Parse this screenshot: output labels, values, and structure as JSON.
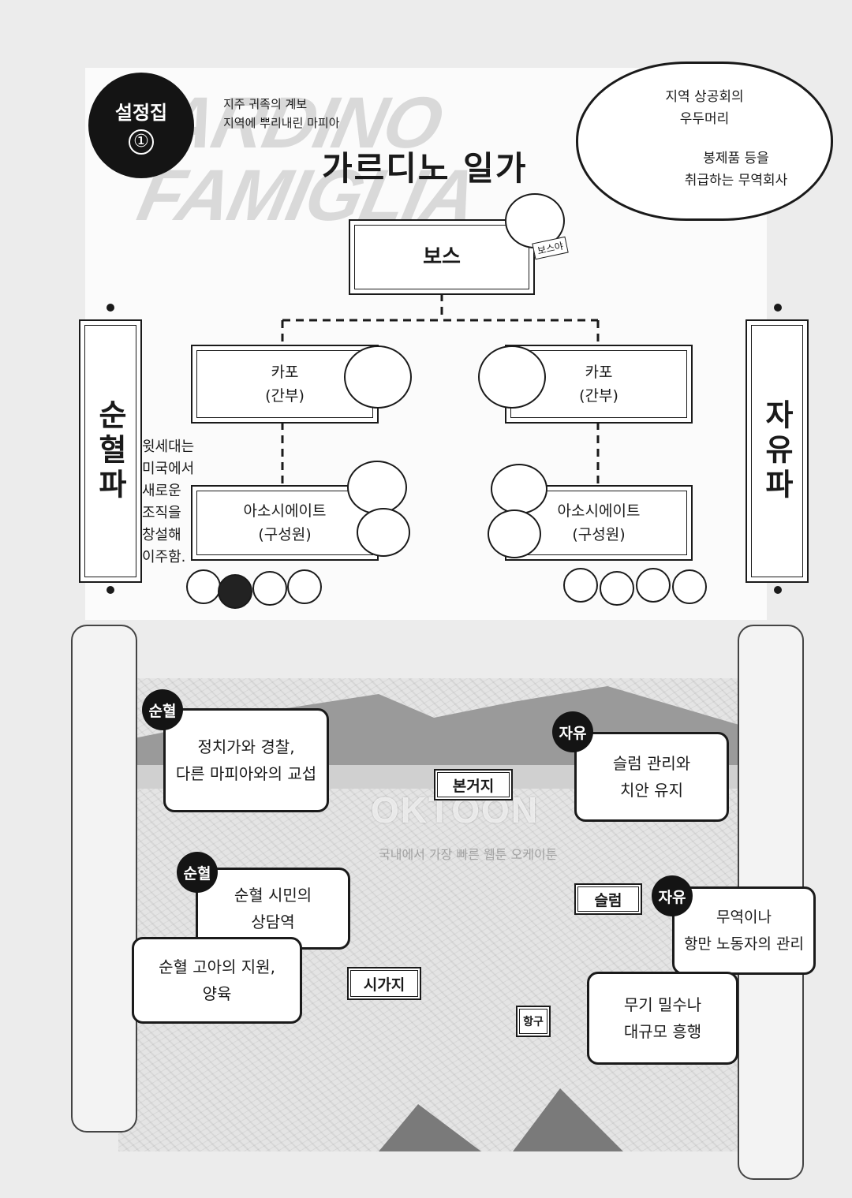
{
  "header": {
    "badge_top": "설정집",
    "badge_num": "①",
    "bg_title_line1": "GARDINO",
    "bg_title_line2": "FAMIGLIA",
    "subtitle_line1": "지주 귀족의 계보",
    "subtitle_line2": "지역에 뿌리내린 마피아",
    "title": "가르디노 일가"
  },
  "cloud": {
    "line1": "지역 상공회의",
    "line2": "우두머리",
    "line3": "봉제품 등을",
    "line4": "취급하는 무역회사"
  },
  "org": {
    "boss": "보스",
    "boss_tag": "보스야",
    "capo_left_l1": "카포",
    "capo_left_l2": "(간부)",
    "capo_right_l1": "카포",
    "capo_right_l2": "(간부)",
    "assoc_left_l1": "아소시에이트",
    "assoc_left_l2": "(구성원)",
    "assoc_right_l1": "아소시에이트",
    "assoc_right_l2": "(구성원)"
  },
  "factions": {
    "left": "순혈파",
    "right": "자유파",
    "left_note": [
      "윗세대는",
      "미국에서",
      "새로운",
      "조직을",
      "창설해",
      "이주함."
    ]
  },
  "map": {
    "places": {
      "hq": "본거지",
      "slum": "슬럼",
      "downtown": "시가지",
      "port": "항구"
    },
    "bubbles": [
      {
        "tag": "순혈",
        "l1": "정치가와 경찰,",
        "l2": "다른 마피아와의 교섭"
      },
      {
        "tag": "자유",
        "l1": "슬럼 관리와",
        "l2": "치안 유지"
      },
      {
        "tag": "순혈",
        "l1": "순혈 시민의",
        "l2": "상담역"
      },
      {
        "tag": "",
        "l1": "순혈 고아의 지원,",
        "l2": "양육"
      },
      {
        "tag": "자유",
        "l1": "무역이나",
        "l2": "항만 노동자의 관리"
      },
      {
        "tag": "",
        "l1": "무기 밀수나",
        "l2": "대규모 흥행"
      }
    ],
    "watermark": "OKTOON",
    "watermark_sub": "국내에서 가장 빠른 웹툰 오케이툰"
  }
}
